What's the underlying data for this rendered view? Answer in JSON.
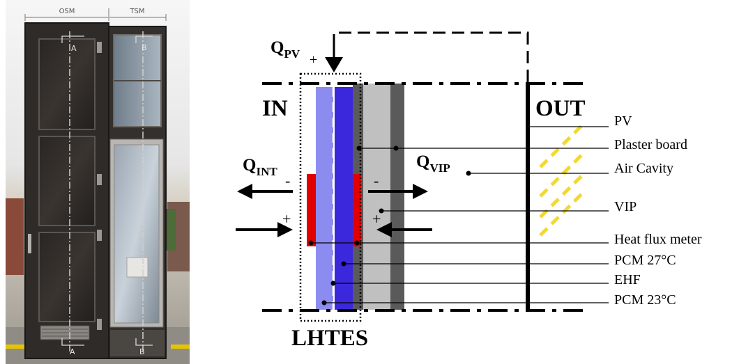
{
  "photo": {
    "top_labels": [
      "OSM",
      "TSM"
    ],
    "section_marks": {
      "left": "A",
      "right": "B"
    }
  },
  "diagram": {
    "side_in": "IN",
    "side_out": "OUT",
    "bottom_label": "LHTES",
    "q_pv": {
      "main": "Q",
      "sub": "PV",
      "sign": "+"
    },
    "q_int": {
      "main": "Q",
      "sub": "INT",
      "sign_out": "-",
      "sign_in": "+"
    },
    "q_vip": {
      "main": "Q",
      "sub": "VIP",
      "sign_out": "-",
      "sign_in": "+"
    },
    "layer_labels": [
      "PV",
      "Plaster board",
      "Air Cavity",
      "VIP",
      "Heat flux meter",
      "PCM 27°C",
      "EHF",
      "PCM 23°C"
    ]
  },
  "colors": {
    "pcm_23": "#8c8cf0",
    "pcm_27": "#3c28dc",
    "heat_flux_meter": "#e00000",
    "plaster_board": "#c0c0c0",
    "vip": "#5a5a5a",
    "pv_hatch": "#f2d830"
  }
}
